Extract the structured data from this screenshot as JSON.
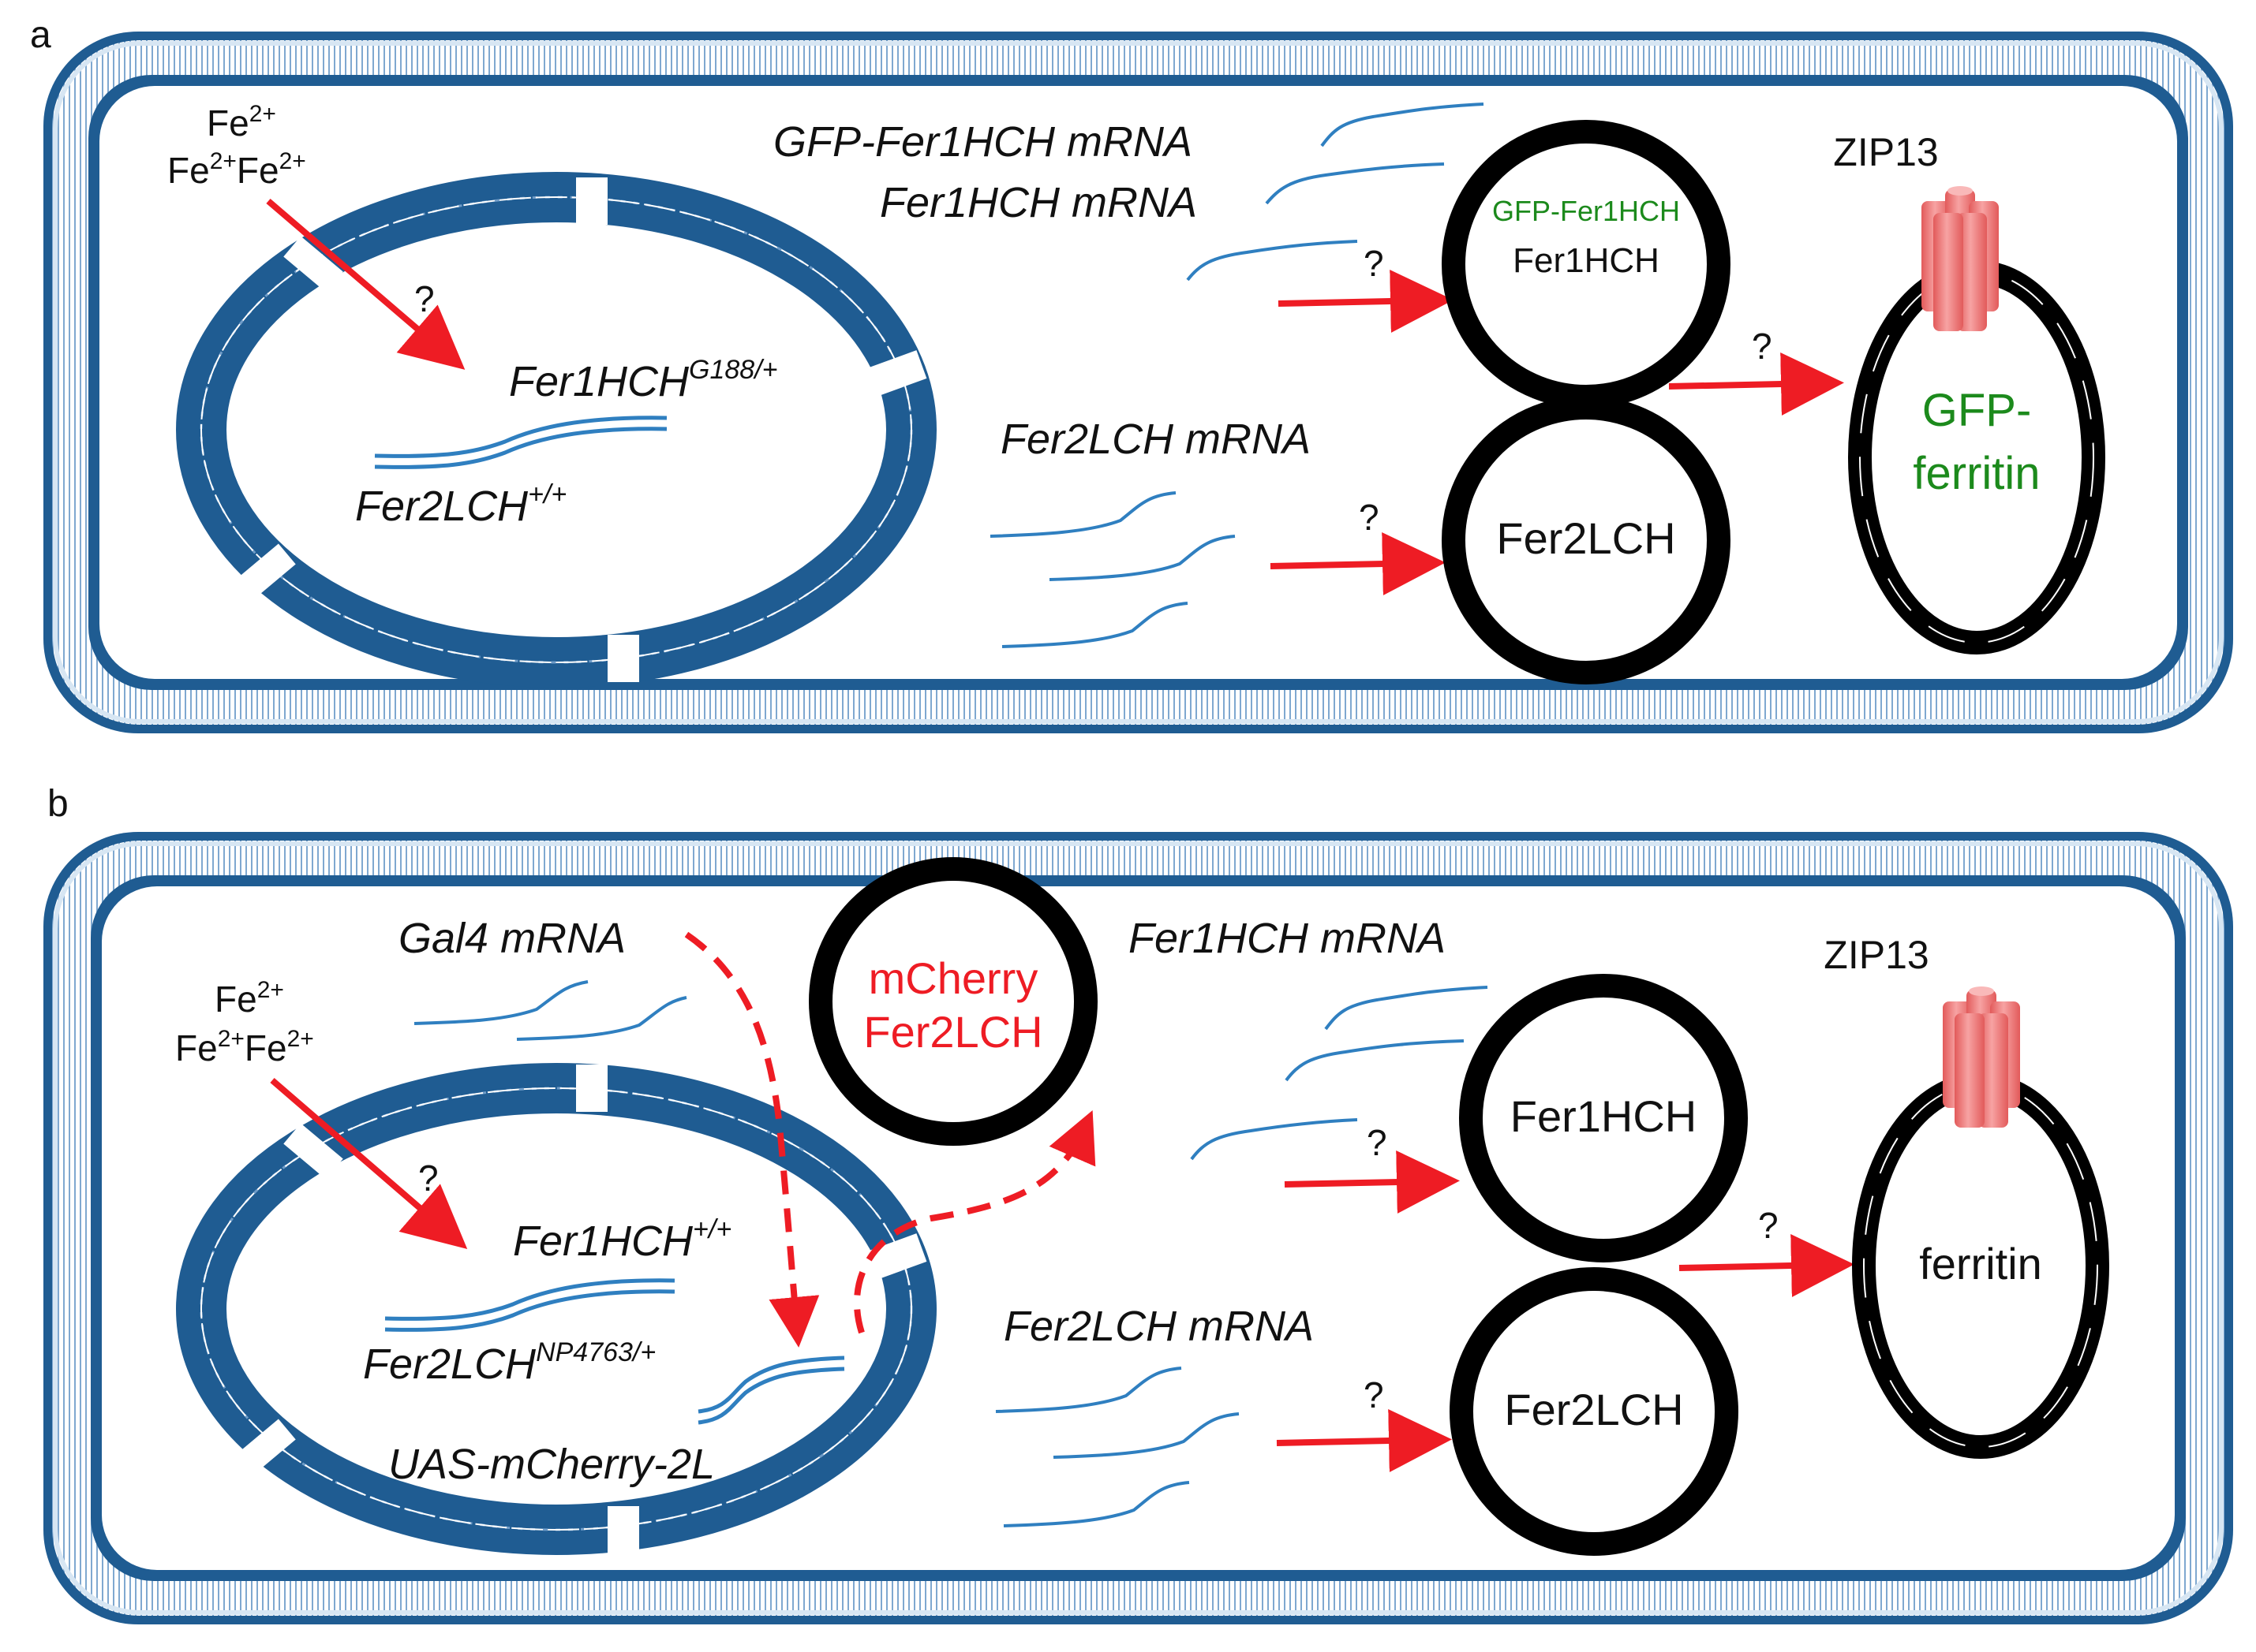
{
  "panel_a": {
    "letter": "a",
    "iron": {
      "line1": "Fe",
      "line1_sup": "2+",
      "line2a": "Fe",
      "line2a_sup": "2+",
      "line2b": "Fe",
      "line2b_sup": "2+"
    },
    "q_nucleus": "?",
    "gene_heavy": {
      "base": "Fer1HCH",
      "sup": "G188/+"
    },
    "gene_light": {
      "base": "Fer2LCH",
      "sup": "+/+"
    },
    "mrna_gfp": "GFP-Fer1HCH mRNA",
    "mrna_heavy": "Fer1HCH mRNA",
    "mrna_light": "Fer2LCH mRNA",
    "q_heavy": "?",
    "q_light": "?",
    "q_ferritin": "?",
    "circle_heavy_top": "GFP-Fer1HCH",
    "circle_heavy_bottom": "Fer1HCH",
    "circle_light": "Fer2LCH",
    "zip": "ZIP13",
    "ferritin_line1": "GFP-",
    "ferritin_line2": "ferritin"
  },
  "panel_b": {
    "letter": "b",
    "iron": {
      "line1": "Fe",
      "line1_sup": "2+",
      "line2a": "Fe",
      "line2a_sup": "2+",
      "line2b": "Fe",
      "line2b_sup": "2+"
    },
    "q_nucleus": "?",
    "gal4_mrna": "Gal4 mRNA",
    "gene_heavy": {
      "base": "Fer1HCH",
      "sup": "+/+"
    },
    "gene_light": {
      "base": "Fer2LCH",
      "sup": "NP4763/+"
    },
    "uas": "UAS-mCherry-2L",
    "mcherry_line1": "mCherry",
    "mcherry_line2": "Fer2LCH",
    "mrna_heavy": "Fer1HCH mRNA",
    "mrna_light": "Fer2LCH mRNA",
    "q_heavy": "?",
    "q_light": "?",
    "q_ferritin": "?",
    "circle_heavy": "Fer1HCH",
    "circle_light": "Fer2LCH",
    "zip": "ZIP13",
    "ferritin": "ferritin"
  },
  "colors": {
    "membrane": "#1f5c92",
    "membrane_light": "#a9c6e2",
    "mrna": "#2f7fc0",
    "arrow": "#ee1c24",
    "gfp_text": "#1c8a1c",
    "mcherry_text": "#ee1c24",
    "zip_channel": "#f07a7a",
    "zip_channel_dark": "#e05656"
  }
}
